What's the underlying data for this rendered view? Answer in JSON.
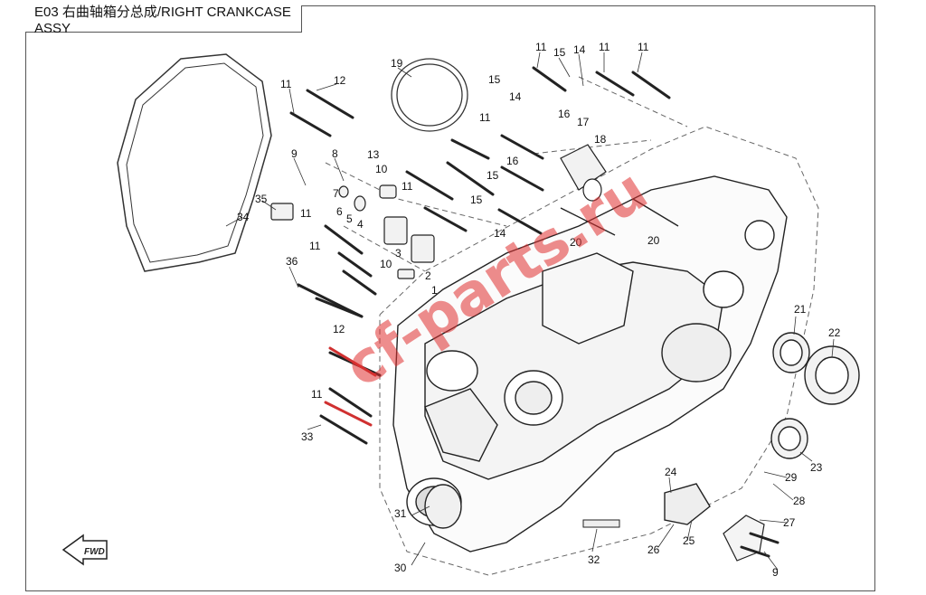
{
  "header": {
    "title": "E03 右曲轴箱分总成/RIGHT CRANKCASE ASSY"
  },
  "watermark": {
    "text": "cf-parts.ru",
    "color": "#e03030"
  },
  "fwd_marker": {
    "label": "FWD"
  },
  "callouts": [
    "11",
    "15",
    "14",
    "11",
    "11",
    "19",
    "12",
    "11",
    "15",
    "14",
    "11",
    "16",
    "17",
    "18",
    "9",
    "8",
    "13",
    "10",
    "16",
    "15",
    "7",
    "11",
    "6",
    "5",
    "4",
    "35",
    "34",
    "15",
    "14",
    "11",
    "3",
    "20",
    "20",
    "11",
    "2",
    "1",
    "10",
    "36",
    "21",
    "22",
    "12",
    "11",
    "33",
    "23",
    "29",
    "28",
    "24",
    "27",
    "31",
    "26",
    "25",
    "32",
    "30",
    "9"
  ]
}
